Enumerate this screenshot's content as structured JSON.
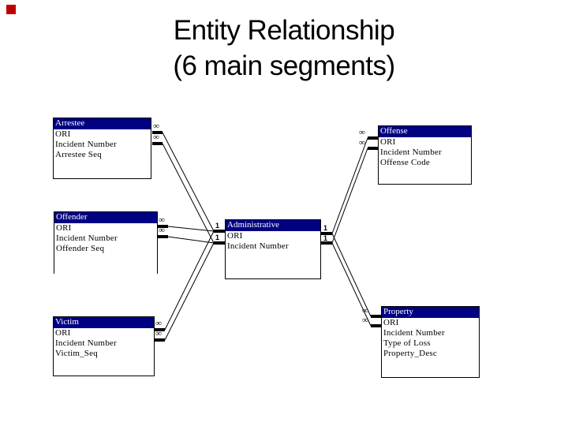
{
  "slide": {
    "title": {
      "line1": "Entity Relationship",
      "line2": "(6 main segments)"
    }
  },
  "colors": {
    "header_bg": "#000082",
    "header_text": "#ffffff",
    "line": "#000000",
    "accent_square": "#c00000"
  },
  "cardinality": {
    "one": "1",
    "many": "∞"
  },
  "entities": [
    {
      "name": "Arrestee",
      "fields": [
        "ORI",
        "Incident Number",
        "Arrestee Seq"
      ]
    },
    {
      "name": "Offender",
      "fields": [
        "ORI",
        "Incident Number",
        "Offender Seq"
      ]
    },
    {
      "name": "Victim",
      "fields": [
        "ORI",
        "Incident Number",
        "Victim_Seq"
      ]
    },
    {
      "name": "Administrative",
      "fields": [
        "ORI",
        "Incident Number"
      ]
    },
    {
      "name": "Offense",
      "fields": [
        "ORI",
        "Incident Number",
        "Offense Code"
      ]
    },
    {
      "name": "Property",
      "fields": [
        "ORI",
        "Incident Number",
        "Type of Loss",
        "Property_Desc"
      ]
    }
  ]
}
